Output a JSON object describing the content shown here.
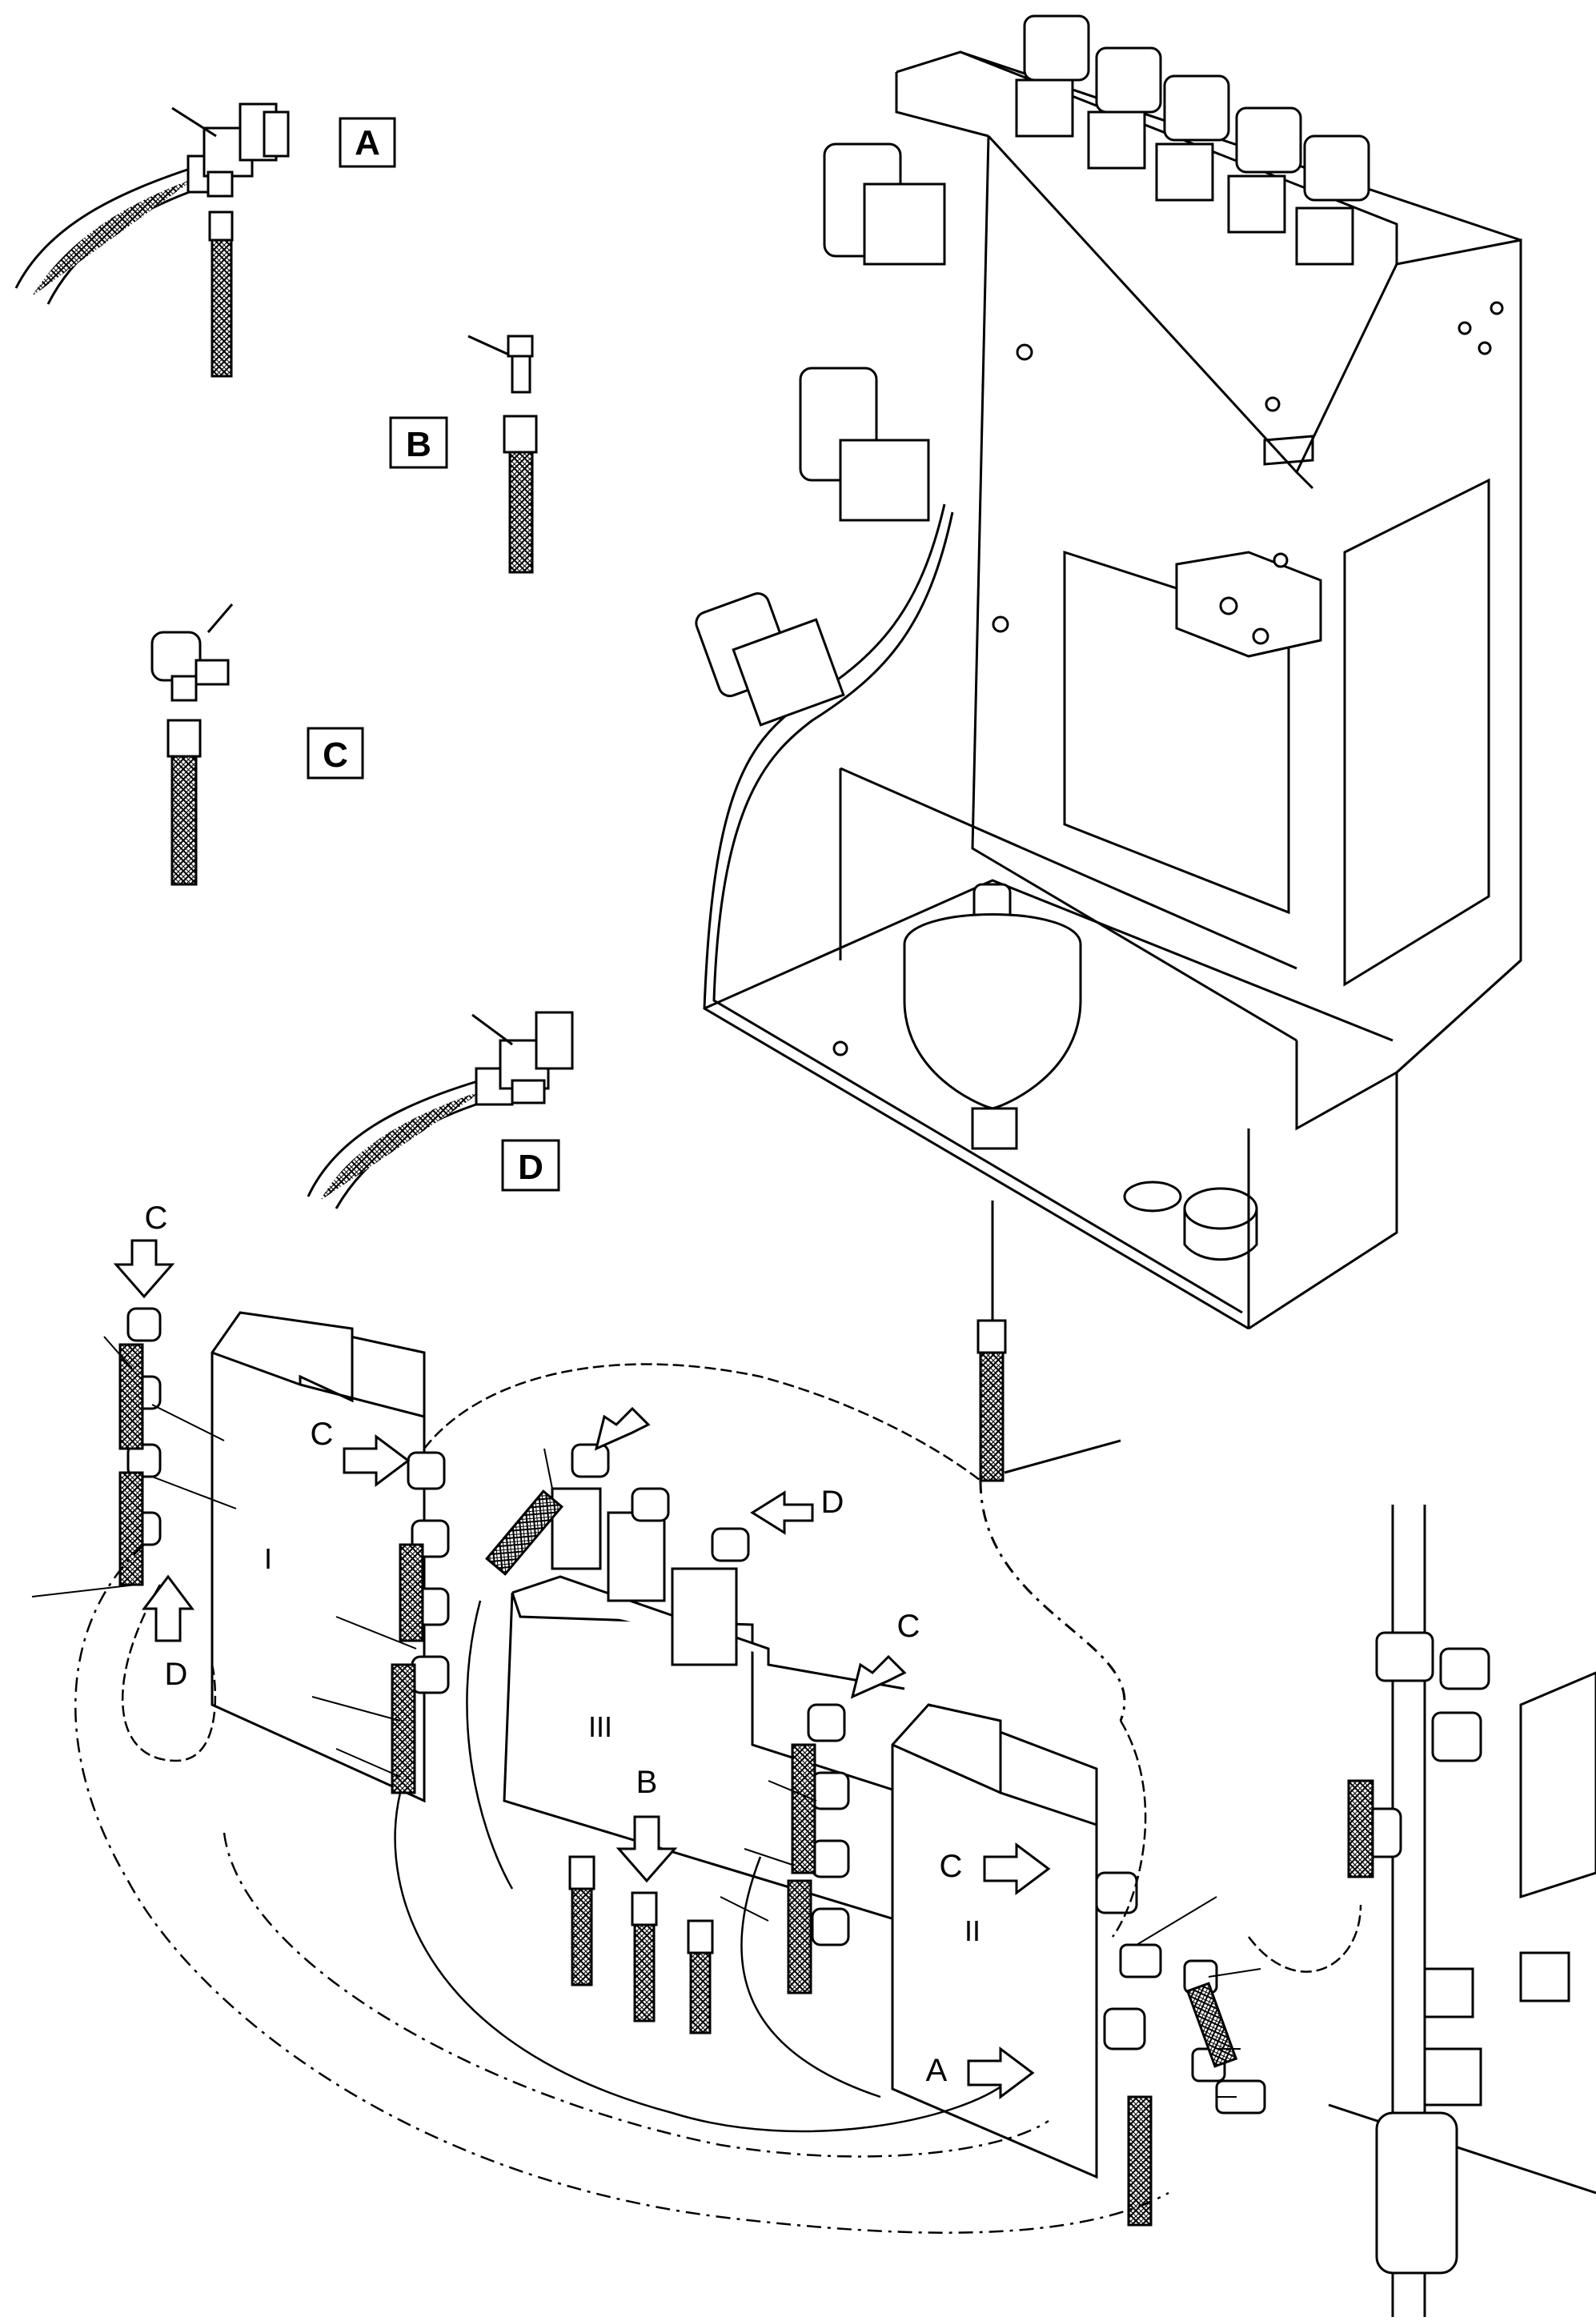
{
  "detail_labels": {
    "a": "A",
    "b": "B",
    "c": "C",
    "d": "D"
  },
  "callouts": {
    "c_top_left": "C",
    "c_block_i": "C",
    "d_left": "D",
    "d_top": "D",
    "c_center": "C",
    "b_center": "B",
    "c_block_ii": "C",
    "a_block_ii": "A"
  },
  "block_labels": {
    "i": "I",
    "ii": "II",
    "iii": "III"
  }
}
